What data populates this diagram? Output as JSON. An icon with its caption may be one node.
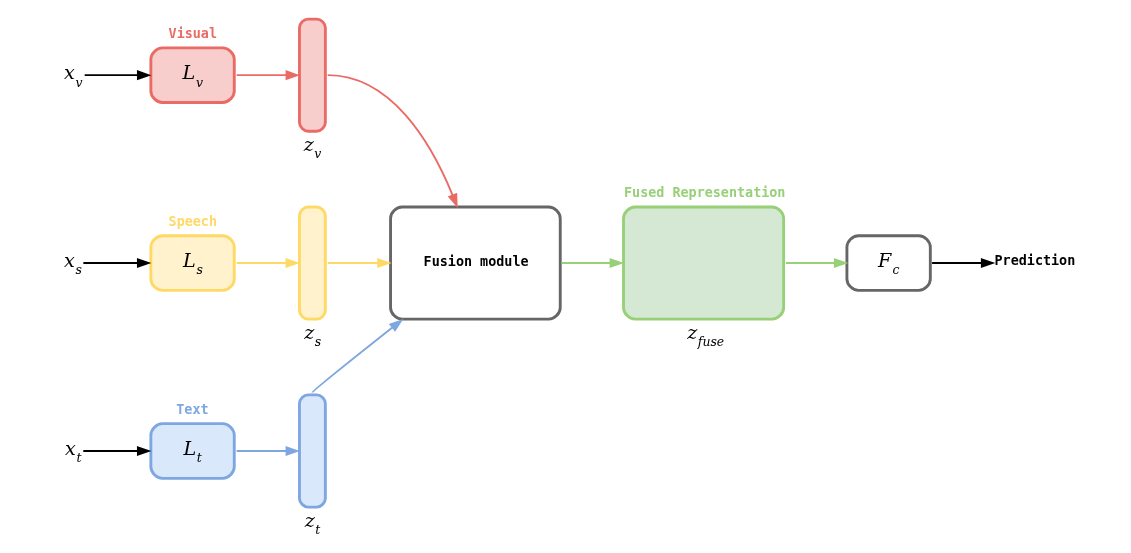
{
  "diagram": {
    "nodes": [
      {
        "text": [
          "x$_{v}$"
        ]
      },
      {
        "text": [
          "Visual",
          "L$_{v}$"
        ]
      },
      {
        "text": [],
        "shape": "bar",
        "beside": [
          "z$_{v}$"
        ]
      },
      {
        "text": [
          "x$_{s}$"
        ]
      },
      {
        "text": [
          "Speech",
          "L$_{s}$"
        ]
      },
      {
        "text": [],
        "shape": "bar",
        "beside": [
          "z$_{s}$"
        ]
      },
      {
        "text": [
          "x$_{t}$"
        ]
      },
      {
        "text": [
          "Text",
          "L$_{t}$"
        ]
      },
      {
        "text": [],
        "shape": "bar",
        "beside": [
          "z$_{t}$"
        ]
      },
      {
        "text": [
          "Fusion module"
        ]
      },
      {
        "text": [
          "Fused Representation"
        ],
        "beside": [
          "z$_{fuse}$"
        ]
      },
      {
        "text": [
          "F$_{c}$"
        ]
      },
      {
        "text": [
          "Prediction"
        ]
      }
    ],
    "edges": [
      {
        "from": 0,
        "to": 1,
        "arrow": "to"
      },
      {
        "from": 1,
        "to": 2,
        "arrow": "to",
        "color": "#ea6b66"
      },
      {
        "from": 2,
        "to": 9,
        "arrow": "to",
        "color": "#ea6b66"
      },
      {
        "from": 3,
        "to": 4,
        "arrow": "to"
      },
      {
        "from": 4,
        "to": 5,
        "arrow": "to",
        "color": "#ffd966"
      },
      {
        "from": 5,
        "to": 9,
        "arrow": "to",
        "color": "#ffd966"
      },
      {
        "from": 6,
        "to": 7,
        "arrow": "to"
      },
      {
        "from": 7,
        "to": 8,
        "arrow": "to",
        "color": "#7ea6e0"
      },
      {
        "from": 8,
        "to": 9,
        "arrow": "to",
        "color": "#7ea6e0"
      },
      {
        "from": 9,
        "to": 10,
        "arrow": "to",
        "color": "#97d077"
      },
      {
        "from": 10,
        "to": 11,
        "arrow": "to",
        "color": "#97d077"
      },
      {
        "from": 11,
        "to": 12,
        "arrow": "to"
      }
    ]
  }
}
